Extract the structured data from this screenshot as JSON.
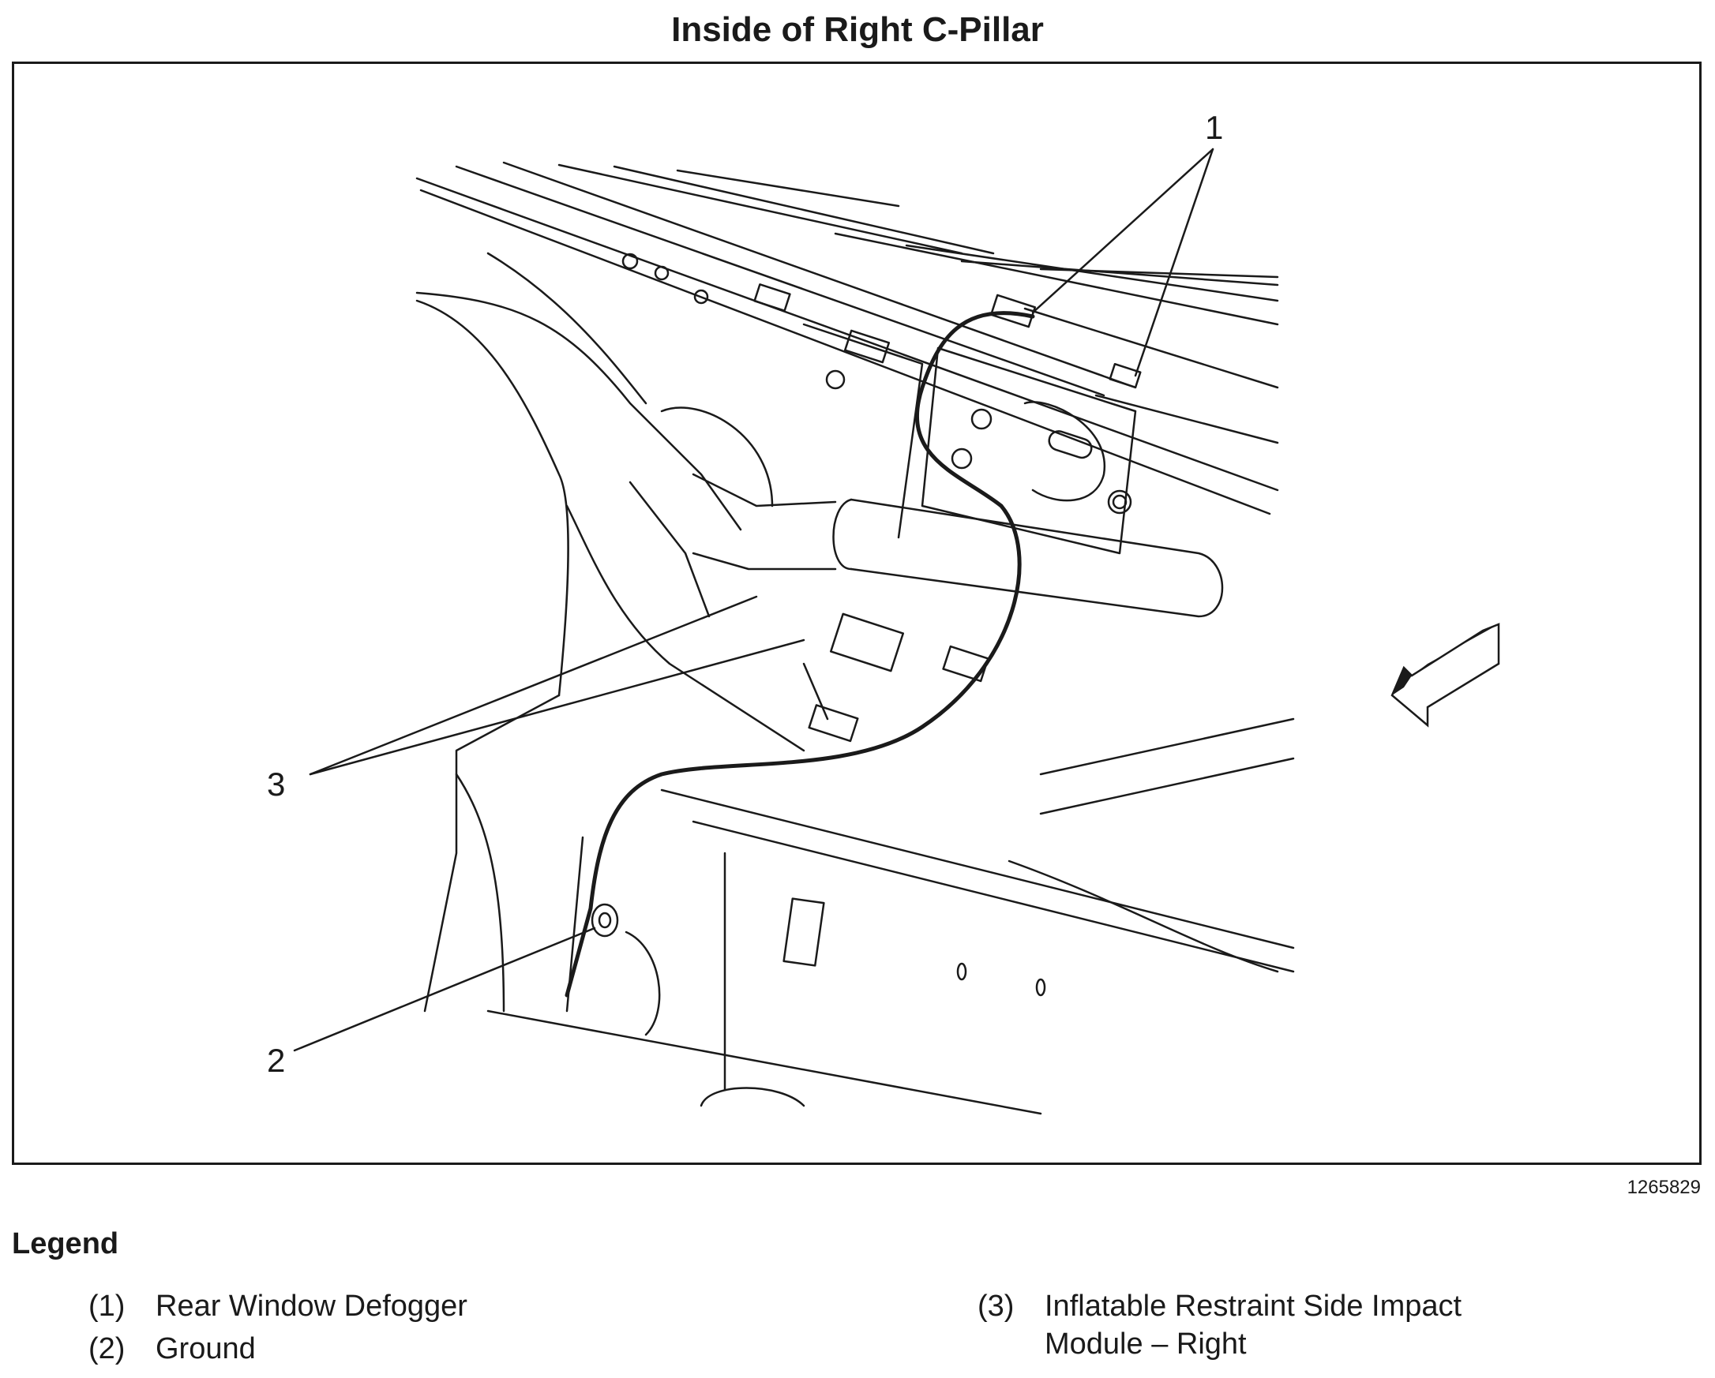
{
  "title": "Inside of Right C-Pillar",
  "figure_id": "1265829",
  "callouts": [
    "1",
    "2",
    "3"
  ],
  "legend": {
    "title": "Legend",
    "items": [
      {
        "num": "(1)",
        "lines": [
          "Rear Window Defogger"
        ]
      },
      {
        "num": "(2)",
        "lines": [
          "Ground"
        ]
      },
      {
        "num": "(3)",
        "lines": [
          "Inflatable Restraint Side Impact",
          "Module – Right"
        ]
      }
    ]
  }
}
